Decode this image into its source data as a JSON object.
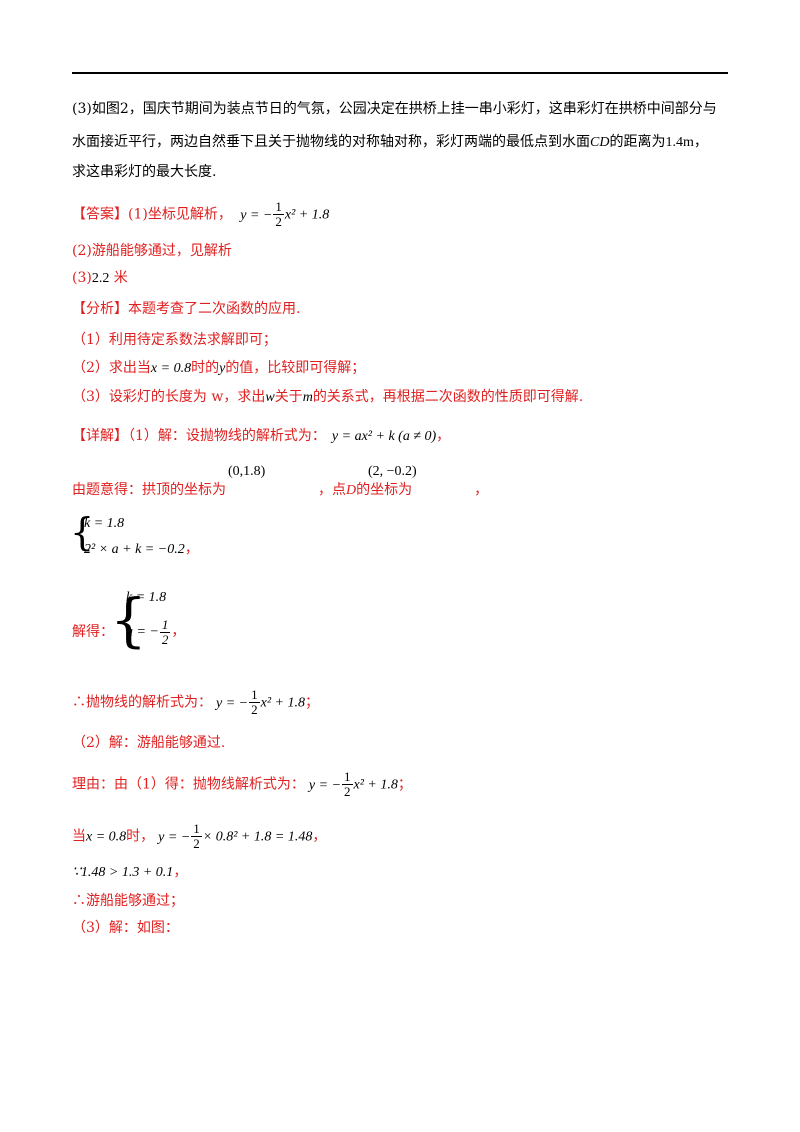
{
  "q3": {
    "line1": "(3)如图2，国庆节期间为装点节日的气氛，公园决定在拱桥上挂一串小彩灯，这串彩灯在拱桥中间部分与",
    "line2a": "水面接近平行，两边自然垂下且关于抛物线的对称轴对称，彩灯两端的最低点到水面",
    "cd": "CD",
    "line2b": "的距离为",
    "dist": "1.4m",
    "line2c": "，",
    "line3": "求这串彩灯的最大长度."
  },
  "answer": {
    "tag": "【答案】",
    "a1": "(1)坐标见解析，",
    "eq1_lhs": "y = −",
    "eq1_rhs": "x² + 1.8",
    "a2": "(2)游船能够通过，见解析",
    "a3_val": "2.2",
    "a3_unit": "米"
  },
  "analysis": {
    "tag": "【分析】",
    "text": "本题考查了二次函数的应用.",
    "s1": "（1）利用待定系数法求解即可；",
    "s2a": "（2）求出当",
    "s2eq": "x = 0.8",
    "s2b": "时的",
    "s2y": "y",
    "s2c": "的值，比较即可得解；",
    "s3a": "（3）设彩灯的长度为 w，求出",
    "s3w": "w",
    "s3b": "关于",
    "s3m": "m",
    "s3c": "的关系式，再根据二次函数的性质即可得解."
  },
  "detail": {
    "tag": "【详解】",
    "p1": "（1）解：设抛物线的解析式为：",
    "p1eq": "y = ax² + k (a ≠ 0)",
    "p1end": "，",
    "p2a": "由题意得：拱顶的坐标为",
    "vertex": "(0,1.8)",
    "p2b": "，点",
    "pD": "D",
    "p2c": "的坐标为",
    "pointD": "(2, −0.2)",
    "p2d": "，",
    "sys1_r1": "k = 1.8",
    "sys1_r2": "2² × a + k = −0.2",
    "sys1_end": "，",
    "solve": "解得：",
    "sys2_r1": "k = 1.8",
    "sys2_r2": "a = −",
    "sys2_end": "，",
    "p3": "∴抛物线的解析式为：",
    "p3eq": "x² + 1.8",
    "p3end": "；",
    "p4": "（2）解：游船能够通过.",
    "p5": "理由：由（1）得：抛物线解析式为：",
    "p5end": "；",
    "p6a": "当",
    "p6x": "x = 0.8",
    "p6b": "时，",
    "p6eq": "× 0.8² + 1.8 = 1.48",
    "p6end": "，",
    "p7": "∵1.48 > 1.3 + 0.1",
    "p7end": "，",
    "p8": "∴游船能够通过；",
    "p9": "（3）解：如图："
  }
}
